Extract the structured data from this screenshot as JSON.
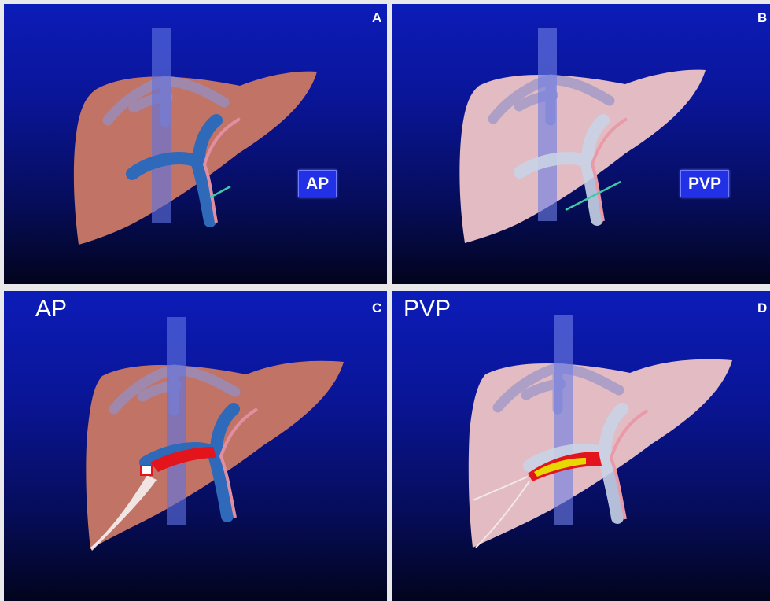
{
  "panels": [
    {
      "letter": "A",
      "phase_label": "AP"
    },
    {
      "letter": "B",
      "phase_label": "PVP"
    },
    {
      "letter": "C",
      "phase_label": "AP"
    },
    {
      "letter": "D",
      "phase_label": "PVP"
    }
  ],
  "colors": {
    "panel_gradient_top": "#0c1cb8",
    "panel_gradient_bottom": "#02041d",
    "liver_arterial": "#c17466",
    "liver_portal": "#e2bcc2",
    "vena_cava": "#5667d4",
    "portal_vein": "#2f69b9",
    "hepatic_artery": "#e18fa0",
    "needle": "#3ec9a8",
    "tumor_rim": "#e4141c",
    "tumor_core": "#e6d800"
  }
}
